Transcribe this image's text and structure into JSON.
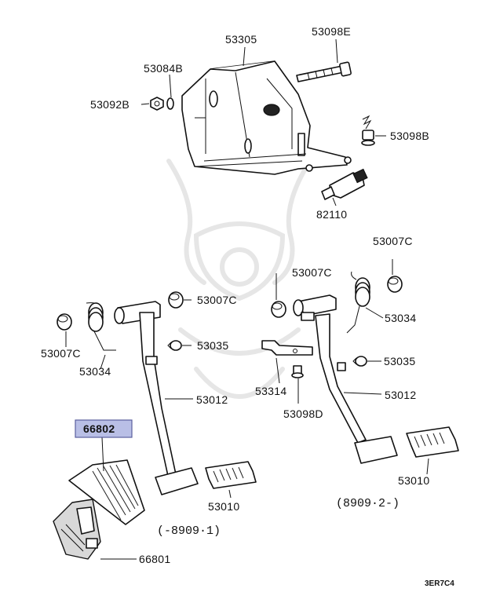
{
  "labels": {
    "p53305": "53305",
    "p53098E": "53098E",
    "p53084B": "53084B",
    "p53092B": "53092B",
    "p53098B": "53098B",
    "p82110": "82110",
    "p53007C_a": "53007C",
    "p53007C_b": "53007C",
    "p53007C_c": "53007C",
    "p53007C_d": "53007C",
    "p53034_a": "53034",
    "p53034_b": "53034",
    "p53035_a": "53035",
    "p53035_b": "53035",
    "p53012_a": "53012",
    "p53012_b": "53012",
    "p53314": "53314",
    "p53098D": "53098D",
    "p66802": "66802",
    "p53010_a": "53010",
    "p53010_b": "53010",
    "p66801": "66801"
  },
  "notes": {
    "range_left": "(-8909·1)",
    "range_right": "(8909·2-)"
  },
  "diagram_code": "3ER7C4",
  "colors": {
    "highlight_fill": "#b9bfe6",
    "highlight_border": "#5a5f9e"
  }
}
